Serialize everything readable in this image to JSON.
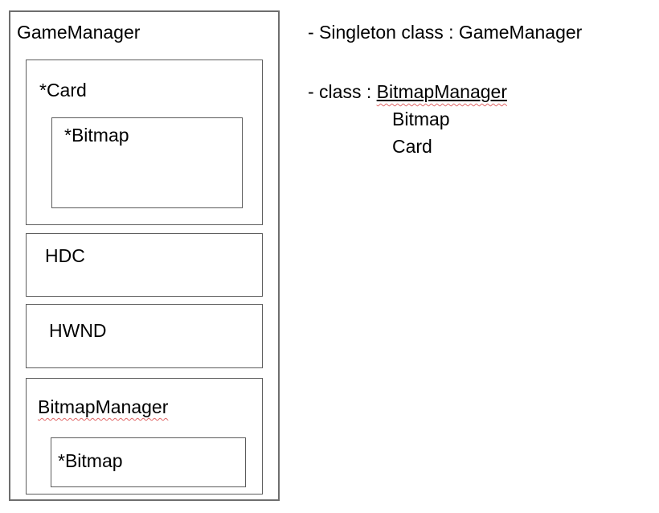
{
  "colors": {
    "background": "#ffffff",
    "outer_border": "#6e6e6e",
    "inner_border": "#5c5c5c",
    "text": "#000000",
    "spellcheck_squiggle": "#e06666"
  },
  "diagram": {
    "game_manager": {
      "label": "GameManager",
      "card": {
        "label": "*Card",
        "bitmap": {
          "label": "*Bitmap"
        }
      },
      "hdc": {
        "label": "HDC"
      },
      "hwnd": {
        "label": "HWND"
      },
      "bitmap_manager": {
        "label": "BitmapManager",
        "bitmap": {
          "label": "*Bitmap"
        }
      }
    }
  },
  "notes": {
    "line1": "- Singleton class : GameManager",
    "line2_prefix": "- class : ",
    "line2_class": "BitmapManager",
    "line3": "Bitmap",
    "line4": "Card"
  }
}
